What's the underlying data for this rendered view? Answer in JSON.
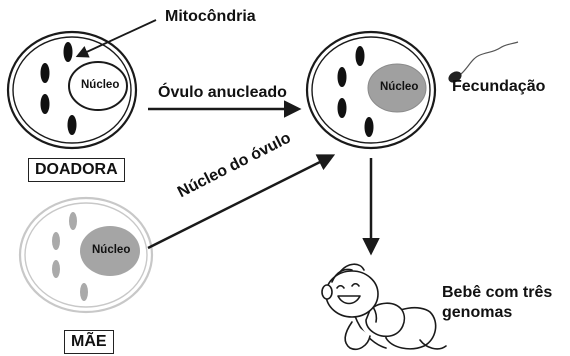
{
  "labels": {
    "mitochondria": "Mitocôndria",
    "enucleated_egg": "Óvulo anucleado",
    "egg_nucleus": "Núcleo do óvulo",
    "fertilization": "Fecundação",
    "baby": "Bebê com três genomas",
    "donor": "DOADORA",
    "mother": "MÃE",
    "nucleus": "Núcleo"
  },
  "colors": {
    "line": "#1a1a1a",
    "mother_outline": "#c8c8c8",
    "mother_nucleus": "#a5a5a5",
    "mother_mito": "#aaaaaa",
    "result_nucleus": "#a0a0a0",
    "background": "#ffffff"
  }
}
